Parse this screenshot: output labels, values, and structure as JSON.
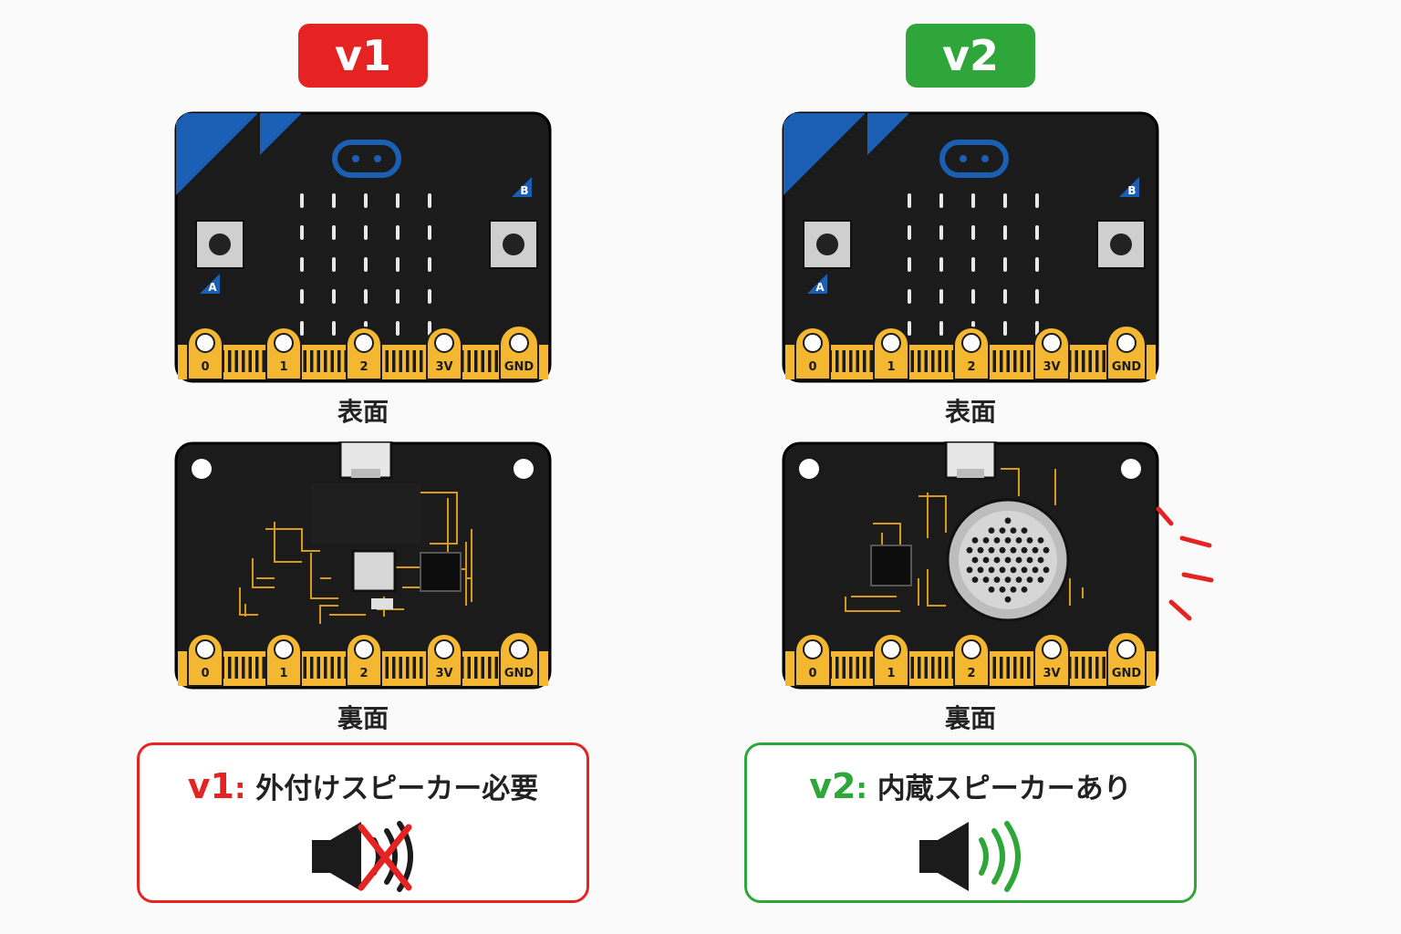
{
  "colors": {
    "red": "#e52323",
    "green": "#2ea63a",
    "pad": "#f4b731",
    "board": "#1b1b1b",
    "corner": "#1a5fb4"
  },
  "pins": [
    "0",
    "1",
    "2",
    "3V",
    "GND"
  ],
  "button_labels": {
    "a": "A",
    "b": "B"
  },
  "v1": {
    "badge": "v1",
    "front_caption": "表面",
    "back_caption": "裏面",
    "note_version": "v1",
    "note_colon": ":",
    "note_text": "外付けスピーカー必要",
    "icon": "speaker-muted-icon"
  },
  "v2": {
    "badge": "v2",
    "front_caption": "表面",
    "back_caption": "裏面",
    "note_version": "v2",
    "note_colon": ":",
    "note_text": "内蔵スピーカーあり",
    "icon": "speaker-sound-icon"
  }
}
